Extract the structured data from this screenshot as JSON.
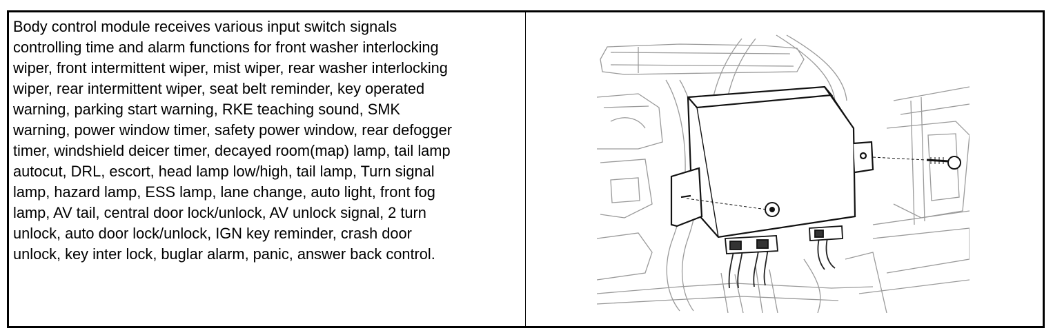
{
  "description": {
    "lines": [
      "Body control module receives various input switch signals",
      "controlling time and alarm functions for front washer interlocking",
      "wiper, front intermittent wiper, mist wiper, rear washer interlocking",
      "wiper, rear intermittent wiper, seat belt reminder, key operated",
      "warning, parking start warning, RKE teaching sound, SMK",
      "warning, power window timer, safety power window, rear defogger",
      "timer, windshield deicer timer, decayed room(map) lamp, tail lamp",
      "autocut, DRL, escort, head lamp low/high, tail lamp, Turn signal",
      "lamp, hazard lamp, ESS lamp, lane change, auto light, front fog",
      "lamp, AV tail, central door lock/unlock, AV unlock signal, 2 turn",
      "unlock, auto door lock/unlock, IGN key reminder, crash door",
      "unlock, key inter lock, buglar alarm, panic, answer back control."
    ]
  },
  "illustration": {
    "icon": "body-control-module-installation-drawing"
  }
}
